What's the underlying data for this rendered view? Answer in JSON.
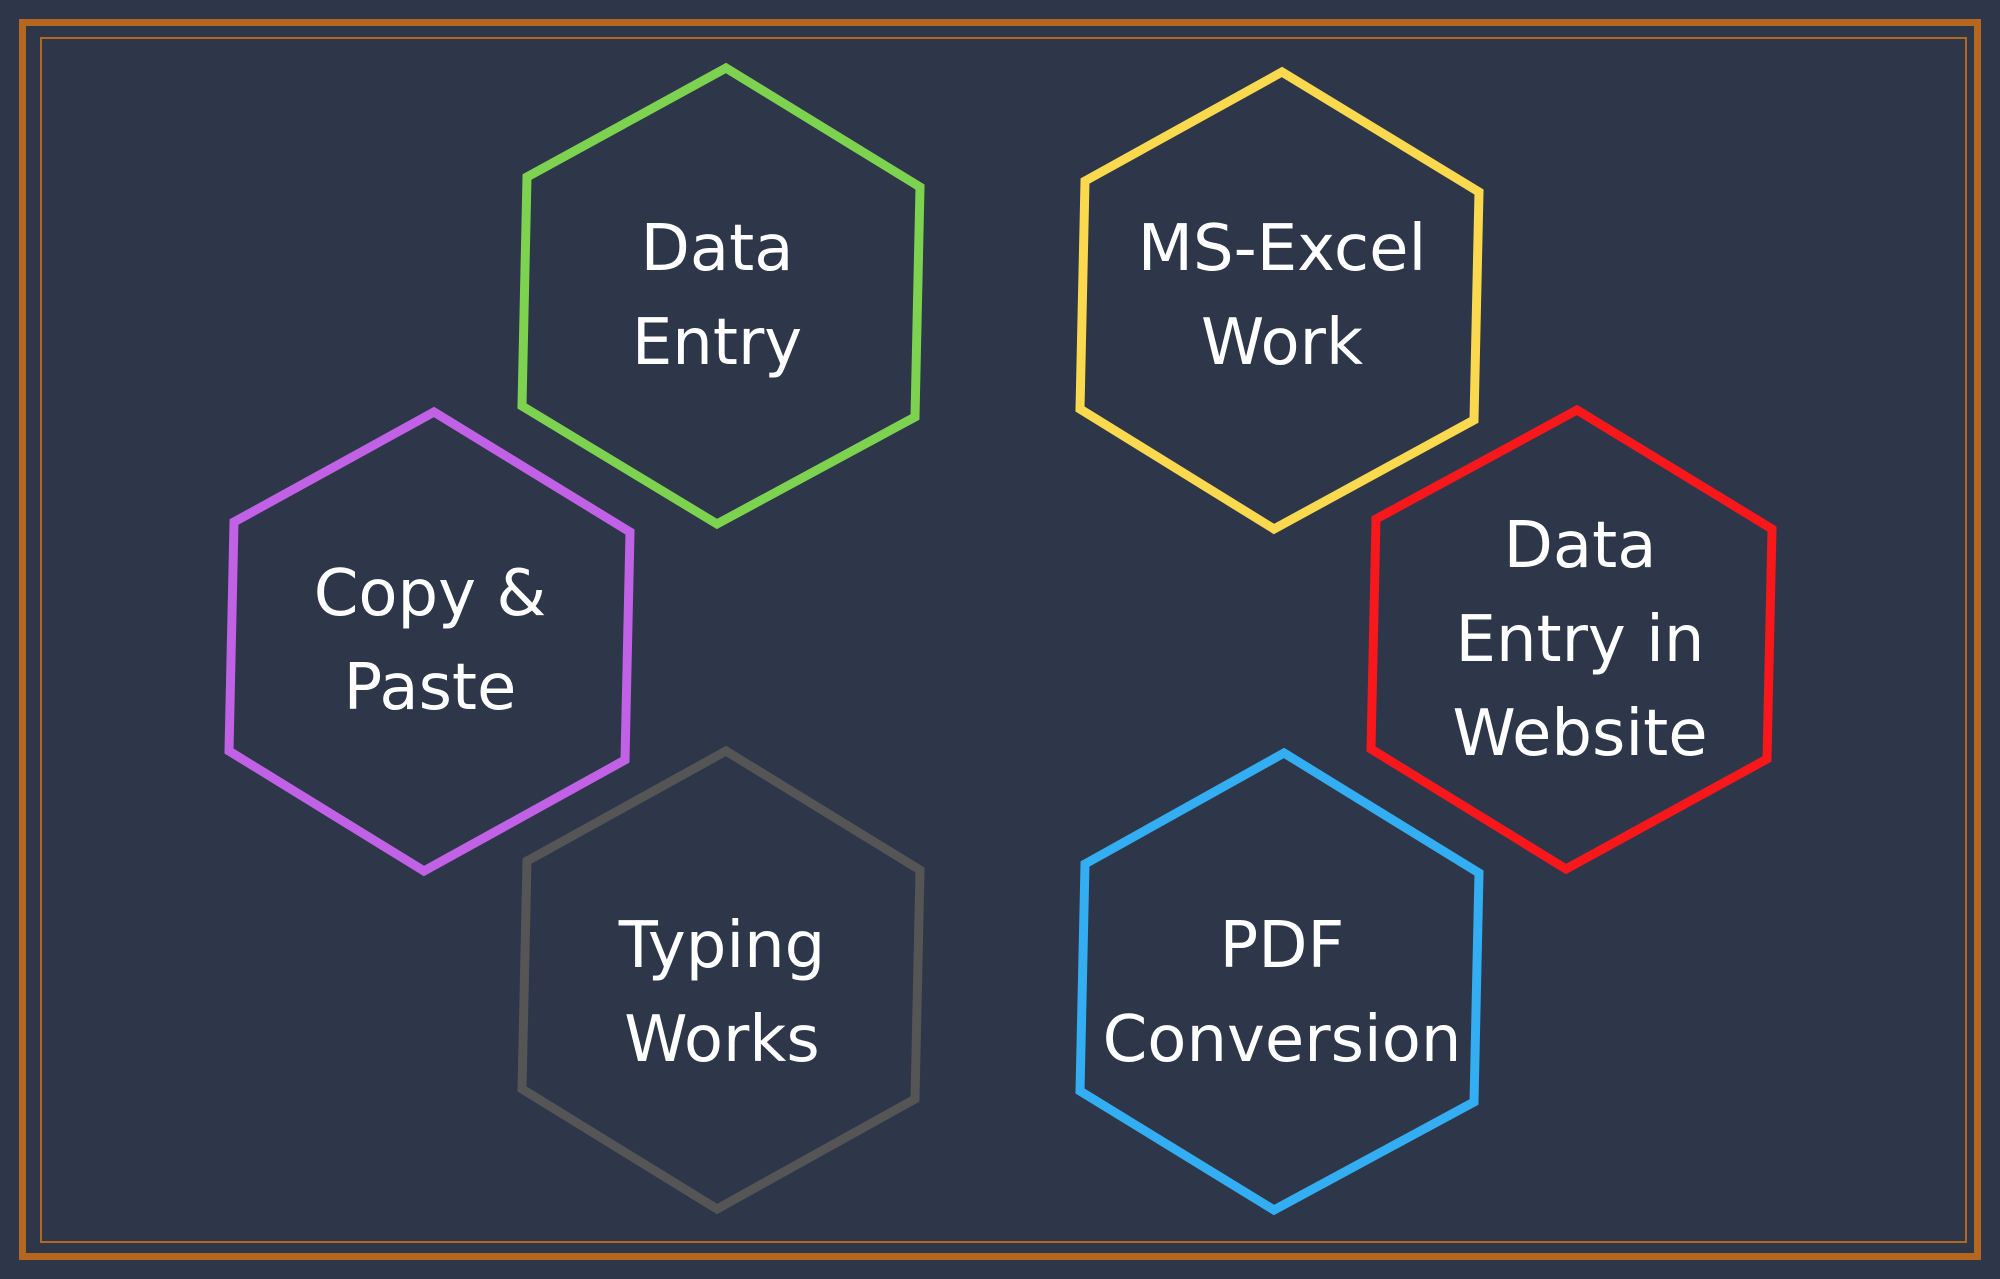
{
  "colors": {
    "background": "#2e3649",
    "frame": "#b5671f",
    "text": "#ffffff"
  },
  "hexagons": [
    {
      "id": "data-entry",
      "label": "Data\nEntry",
      "color": "#7dd350"
    },
    {
      "id": "ms-excel-work",
      "label": "MS-Excel\nWork",
      "color": "#fbd94f"
    },
    {
      "id": "copy-paste",
      "label": "Copy &\nPaste",
      "color": "#c162e6"
    },
    {
      "id": "data-entry-website",
      "label": "Data\nEntry in\nWebsite",
      "color": "#f8171b"
    },
    {
      "id": "typing-works",
      "label": "Typing\nWorks",
      "color": "#555555"
    },
    {
      "id": "pdf-conversion",
      "label": "PDF\nConversion",
      "color": "#33aef2"
    }
  ]
}
